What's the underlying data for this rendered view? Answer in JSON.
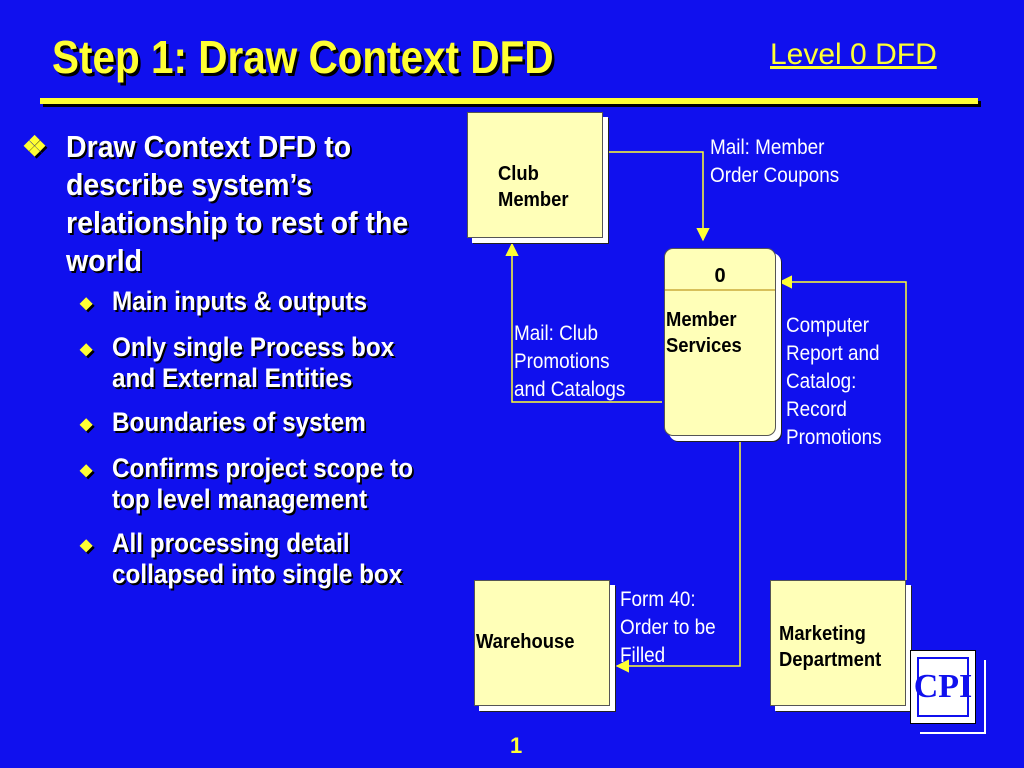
{
  "slide": {
    "title": "Step 1:  Draw Context DFD",
    "level_link": "Level 0 DFD",
    "page_number": "1",
    "colors": {
      "background": "#1010ee",
      "title": "#ffff33",
      "box_fill": "#ffffb8",
      "text": "#ffffff"
    }
  },
  "bullets": {
    "main": "Draw Context DFD to describe system’s relationship to rest of the world",
    "sub": [
      "Main inputs & outputs",
      "Only single Process box and External Entities",
      "Boundaries of system",
      "Confirms project scope to top level management",
      "All processing detail collapsed into single box"
    ]
  },
  "diagram": {
    "process": {
      "number": "0",
      "label_line1": "Member",
      "label_line2": "Services"
    },
    "entities": {
      "club_member": {
        "line1": "Club",
        "line2": "Member"
      },
      "warehouse": {
        "line1": "Warehouse"
      },
      "marketing": {
        "line1": "Marketing",
        "line2": "Department"
      }
    },
    "flows": {
      "mail_member": {
        "line1": "Mail:  Member",
        "line2": "Order Coupons"
      },
      "mail_club": {
        "line1": "Mail:  Club",
        "line2": "Promotions",
        "line3": "and Catalogs"
      },
      "computer_report": {
        "line1": "Computer",
        "line2": "Report and",
        "line3": "Catalog:",
        "line4": "Record",
        "line5": "Promotions"
      },
      "form40": {
        "line1": "Form 40:",
        "line2": "Order to be",
        "line3": "Filled"
      }
    }
  },
  "logo": {
    "text": "CPI"
  }
}
